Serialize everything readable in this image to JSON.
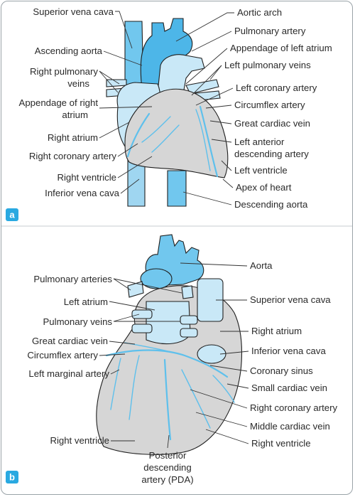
{
  "panel_a": {
    "badge": "a",
    "labels_left": {
      "superior_vena_cava": "Superior vena cava",
      "ascending_aorta": "Ascending aorta",
      "right_pulmonary_veins_1": "Right pulmonary",
      "right_pulmonary_veins_2": "veins",
      "appendage_right_atrium_1": "Appendage of right",
      "appendage_right_atrium_2": "atrium",
      "right_atrium": "Right atrium",
      "right_coronary_artery": "Right coronary artery",
      "right_ventricle": "Right ventricle",
      "inferior_vena_cava": "Inferior vena cava"
    },
    "labels_right": {
      "aortic_arch": "Aortic arch",
      "pulmonary_artery": "Pulmonary artery",
      "appendage_left_atrium": "Appendage of left atrium",
      "left_pulmonary_veins": "Left pulmonary veins",
      "left_coronary_artery": "Left coronary artery",
      "circumflex_artery": "Circumflex artery",
      "great_cardiac_vein": "Great cardiac vein",
      "left_anterior_descending_1": "Left anterior",
      "left_anterior_descending_2": "descending artery",
      "left_ventricle": "Left ventricle",
      "apex_of_heart": "Apex of heart",
      "descending_aorta": "Descending aorta"
    }
  },
  "panel_b": {
    "badge": "b",
    "labels_left": {
      "pulmonary_arteries": "Pulmonary arteries",
      "left_atrium": "Left atrium",
      "pulmonary_veins": "Pulmonary veins",
      "great_cardiac_vein": "Great cardiac vein",
      "circumflex_artery": "Circumflex artery",
      "left_marginal_artery": "Left marginal artery",
      "right_ventricle": "Right ventricle"
    },
    "labels_right": {
      "aorta": "Aorta",
      "superior_vena_cava": "Superior vena cava",
      "right_atrium": "Right atrium",
      "inferior_vena_cava": "Inferior vena cava",
      "coronary_sinus": "Coronary sinus",
      "small_cardiac_vein": "Small cardiac vein",
      "right_coronary_artery": "Right coronary artery",
      "middle_cardiac_vein": "Middle cardiac vein",
      "right_ventricle": "Right ventricle"
    },
    "labels_bottom": {
      "pda_1": "Posterior",
      "pda_2": "descending",
      "pda_3": "artery (PDA)"
    }
  },
  "colors": {
    "vessel": "#71c7ee",
    "vessel_light": "#c9e8f7",
    "heart": "#d6d6d6",
    "badge": "#29a9e1"
  }
}
